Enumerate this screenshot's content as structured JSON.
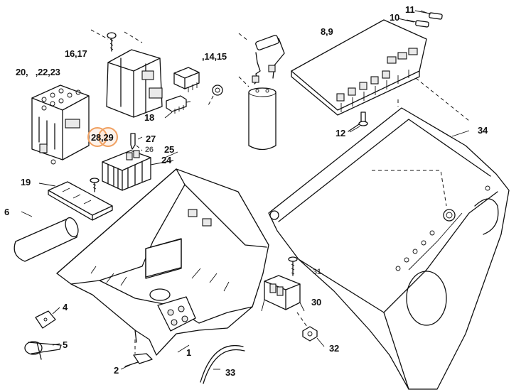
{
  "diagram": {
    "accent_color": "#f0a060",
    "callouts": [
      {
        "id": "c1",
        "text": "1"
      },
      {
        "id": "c2",
        "text": "2"
      },
      {
        "id": "c4",
        "text": "4"
      },
      {
        "id": "c5",
        "text": "5"
      },
      {
        "id": "c6",
        "text": "6"
      },
      {
        "id": "c8_9",
        "text": "8,9"
      },
      {
        "id": "c10",
        "text": "10"
      },
      {
        "id": "c11",
        "text": "11"
      },
      {
        "id": "c12",
        "text": "12"
      },
      {
        "id": "c14_15",
        "text": ",14,15"
      },
      {
        "id": "c16_17",
        "text": "16,17"
      },
      {
        "id": "c18",
        "text": "18"
      },
      {
        "id": "c19",
        "text": "19"
      },
      {
        "id": "c20_23",
        "text": "20,   ,22,23"
      },
      {
        "id": "c24",
        "text": "24"
      },
      {
        "id": "c25",
        "text": "25"
      },
      {
        "id": "c26",
        "text": "26"
      },
      {
        "id": "c27",
        "text": "27"
      },
      {
        "id": "c28_29",
        "text": "28,29"
      },
      {
        "id": "c30",
        "text": "30"
      },
      {
        "id": "c31",
        "text": "31"
      },
      {
        "id": "c32",
        "text": "32"
      },
      {
        "id": "c33",
        "text": "33"
      },
      {
        "id": "c34",
        "text": "34"
      }
    ]
  }
}
